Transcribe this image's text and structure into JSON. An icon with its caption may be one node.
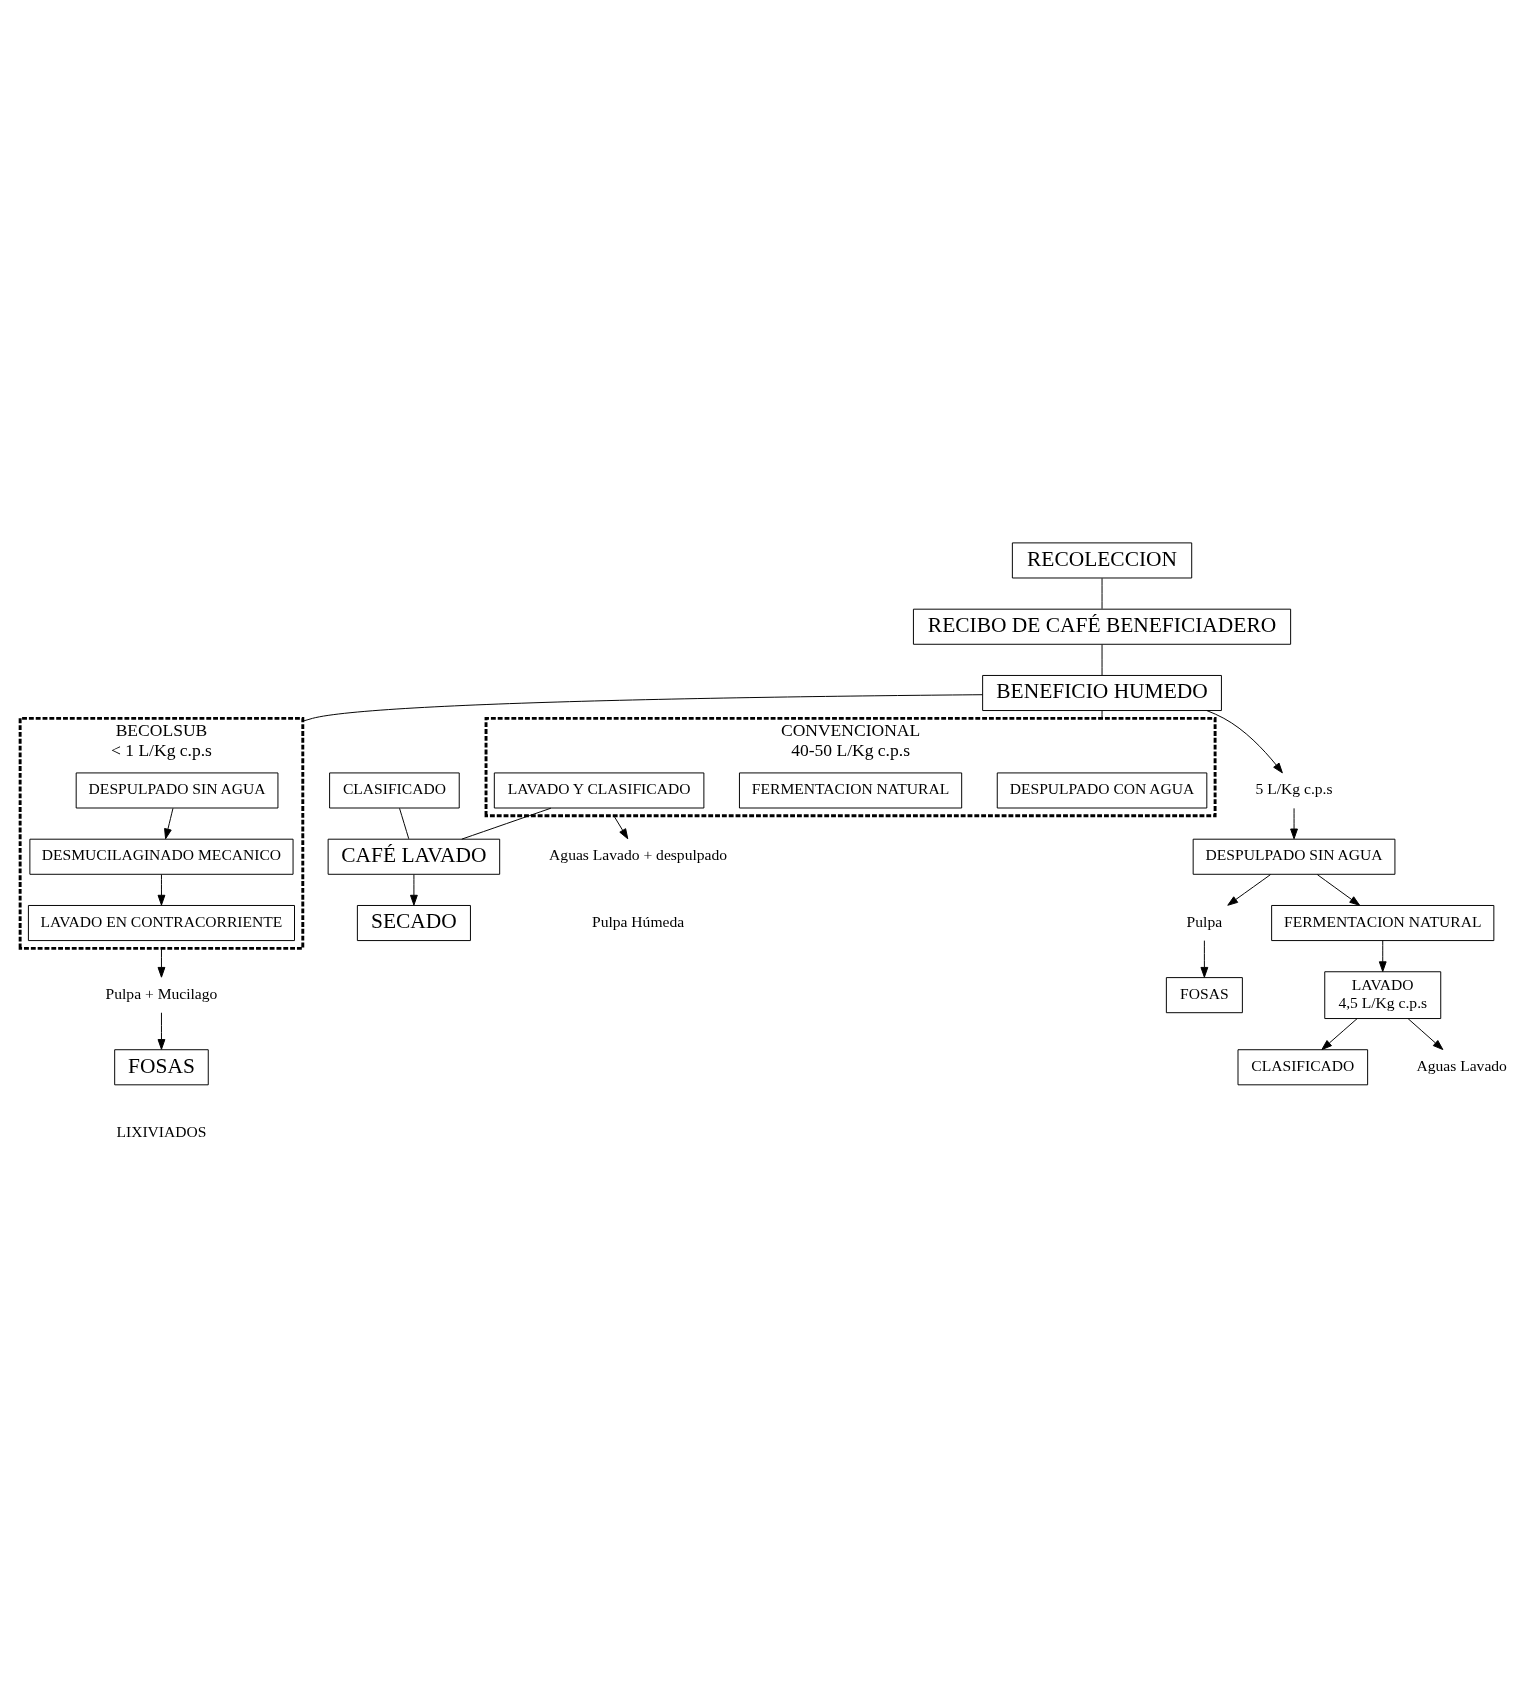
{
  "diagram": {
    "nodes": [
      {
        "text": [
          "RECOLECCION"
        ]
      },
      {
        "text": [
          "RECIBO DE CAFÉ BENEFICIADERO"
        ]
      },
      {
        "text": [
          "BENEFICIO HUMEDO"
        ]
      },
      {
        "text": [
          "CONVENCIONAL",
          "40-50 L/Kg c.p.s"
        ]
      },
      {
        "text": [
          "DESPULPADO CON AGUA"
        ],
        "in": 3
      },
      {
        "text": [
          "FERMENTACION NATURAL"
        ],
        "in": 3
      },
      {
        "text": [
          "LAVADO Y CLASIFICADO"
        ],
        "in": 3
      },
      {
        "text": [
          "5 L/Kg c.p.s"
        ]
      },
      {
        "text": [
          "DESPULPADO SIN AGUA"
        ]
      },
      {
        "text": [
          "Pulpa"
        ]
      },
      {
        "text": [
          "FOSAS"
        ]
      },
      {
        "text": [
          "FERMENTACION NATURAL"
        ]
      },
      {
        "text": [
          "LAVADO",
          "4,5 L/Kg c.p.s"
        ]
      },
      {
        "text": [
          "CLASIFICADO"
        ]
      },
      {
        "text": [
          "BECOLSUB",
          "< 1 L/Kg c.p.s"
        ]
      },
      {
        "text": [
          "DESPULPADO SIN AGUA"
        ],
        "in": 14
      },
      {
        "text": [
          "DESMUCILAGINADO MECANICO"
        ],
        "in": 14
      },
      {
        "text": [
          "LAVADO EN CONTRACORRIENTE"
        ],
        "in": 14
      },
      {
        "text": [
          "CLASIFICADO"
        ]
      },
      {
        "text": [
          "CAFÉ LAVADO"
        ]
      },
      {
        "text": [
          "SECADO"
        ]
      },
      {
        "text": [
          "Aguas Lavado"
        ]
      },
      {
        "text": [
          "Pulpa + Mucilago"
        ]
      },
      {
        "text": [
          "FOSAS"
        ]
      },
      {
        "text": [
          "Aguas Lavado + despulpado"
        ]
      }
    ],
    "edges": [
      {
        "from": 0,
        "to": 1,
        "arrow": "none"
      },
      {
        "from": 1,
        "to": 2,
        "arrow": "none"
      },
      {
        "from": 2,
        "to": 3,
        "arrow": "none"
      },
      {
        "from": 2,
        "to": 7,
        "arrow": "to"
      },
      {
        "from": 2,
        "to": 14,
        "arrow": "none"
      },
      {
        "from": 7,
        "to": 8,
        "arrow": "to"
      },
      {
        "from": 8,
        "to": 9,
        "arrow": "to"
      },
      {
        "from": 9,
        "to": 10,
        "arrow": "to"
      },
      {
        "from": 8,
        "to": 11,
        "arrow": "to"
      },
      {
        "from": 11,
        "to": 12,
        "arrow": "to"
      },
      {
        "from": 12,
        "to": 13,
        "arrow": "to"
      },
      {
        "from": 15,
        "to": 16,
        "arrow": "to"
      },
      {
        "from": 16,
        "to": 17,
        "arrow": "to"
      },
      {
        "from": 3,
        "to": 24,
        "arrow": "to"
      },
      {
        "from": 12,
        "to": 21,
        "arrow": "to"
      },
      {
        "from": 14,
        "to": 22,
        "arrow": "to"
      },
      {
        "from": 6,
        "to": 19,
        "arrow": "none"
      },
      {
        "from": 18,
        "to": 19,
        "arrow": "none"
      },
      {
        "from": 19,
        "to": 20,
        "arrow": "to"
      },
      {
        "from": 22,
        "to": 23,
        "arrow": "to"
      }
    ],
    "labels": [
      "Pulpa Húmeda",
      "LIXIVIADOS"
    ]
  }
}
